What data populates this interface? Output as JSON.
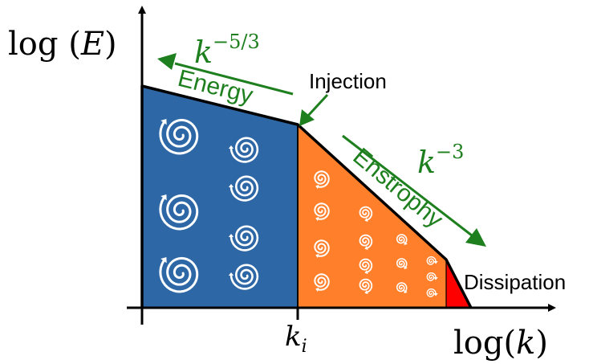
{
  "axes": {
    "y_label": "log (E)",
    "x_label": "log(k)",
    "tick_label": "k_i"
  },
  "labels": {
    "energy": "Energy",
    "energy_slope": "k^{-5/3}",
    "injection": "Injection",
    "enstrophy": "Enstrophy",
    "enstrophy_slope": "k^{-3}",
    "dissipation": "Dissipation"
  },
  "colors": {
    "energy_region": "#2e67a6",
    "enstrophy_region": "#ff7f2a",
    "dissipation_region": "#ff0000",
    "annotation": "#1e7f1e",
    "outline": "#000000",
    "swirl": "#ffffff"
  },
  "icons": [
    "swirl-vortex-icon",
    "arrow-icon"
  ]
}
